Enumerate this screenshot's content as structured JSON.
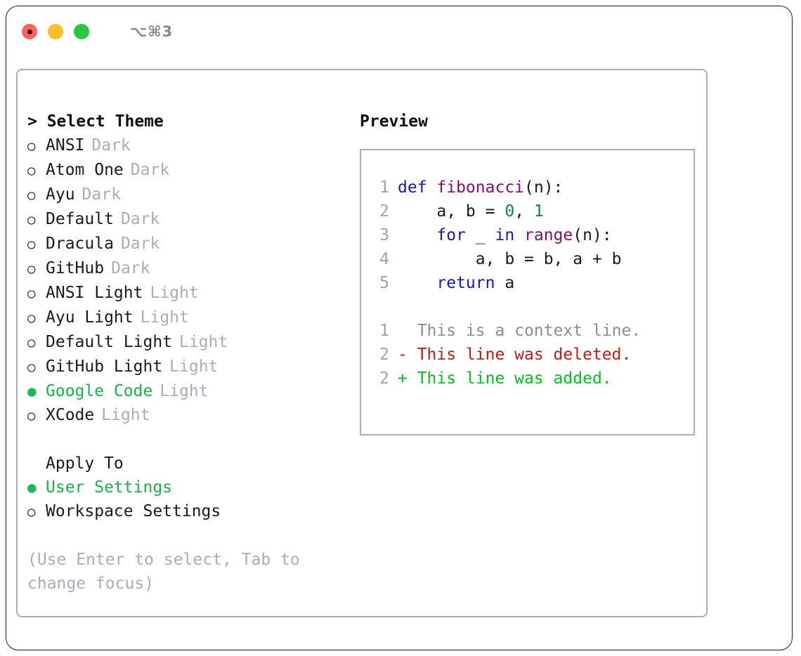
{
  "window": {
    "shortcut_label": "⌥⌘3",
    "traffic_lights": [
      "close",
      "minimize",
      "zoom"
    ]
  },
  "theme_panel": {
    "header": "> Select Theme",
    "marker_selected": "●",
    "marker_unselected": "○",
    "items": [
      {
        "label": "ANSI",
        "tag": "Dark",
        "selected": false
      },
      {
        "label": "Atom One",
        "tag": "Dark",
        "selected": false
      },
      {
        "label": "Ayu",
        "tag": "Dark",
        "selected": false
      },
      {
        "label": "Default",
        "tag": "Dark",
        "selected": false
      },
      {
        "label": "Dracula",
        "tag": "Dark",
        "selected": false
      },
      {
        "label": "GitHub",
        "tag": "Dark",
        "selected": false
      },
      {
        "label": "ANSI Light",
        "tag": "Light",
        "selected": false
      },
      {
        "label": "Ayu Light",
        "tag": "Light",
        "selected": false
      },
      {
        "label": "Default Light",
        "tag": "Light",
        "selected": false
      },
      {
        "label": "GitHub Light",
        "tag": "Light",
        "selected": false
      },
      {
        "label": "Google Code",
        "tag": "Light",
        "selected": true
      },
      {
        "label": "XCode",
        "tag": "Light",
        "selected": false
      }
    ]
  },
  "apply_to": {
    "header": "Apply To",
    "items": [
      {
        "label": "User Settings",
        "selected": true
      },
      {
        "label": "Workspace Settings",
        "selected": false
      }
    ]
  },
  "hint": "(Use Enter to select, Tab to change focus)",
  "preview": {
    "title": "Preview",
    "code_lines": [
      {
        "no": "1",
        "tokens": [
          {
            "t": "def ",
            "c": "kw"
          },
          {
            "t": "fibonacci",
            "c": "fn"
          },
          {
            "t": "(n):",
            "c": "pl"
          }
        ]
      },
      {
        "no": "2",
        "tokens": [
          {
            "t": "    a, b = ",
            "c": "pl"
          },
          {
            "t": "0",
            "c": "num"
          },
          {
            "t": ", ",
            "c": "pl"
          },
          {
            "t": "1",
            "c": "num"
          }
        ]
      },
      {
        "no": "3",
        "tokens": [
          {
            "t": "    ",
            "c": "pl"
          },
          {
            "t": "for",
            "c": "kw"
          },
          {
            "t": " _ ",
            "c": "pl"
          },
          {
            "t": "in",
            "c": "kw"
          },
          {
            "t": " ",
            "c": "pl"
          },
          {
            "t": "range",
            "c": "fn"
          },
          {
            "t": "(n):",
            "c": "pl"
          }
        ]
      },
      {
        "no": "4",
        "tokens": [
          {
            "t": "        a, b = b, a + b",
            "c": "pl"
          }
        ]
      },
      {
        "no": "5",
        "tokens": [
          {
            "t": "    ",
            "c": "pl"
          },
          {
            "t": "return",
            "c": "kw"
          },
          {
            "t": " a",
            "c": "pl"
          }
        ]
      }
    ],
    "diff_lines": [
      {
        "no": "1",
        "prefix": "  ",
        "text": "This is a context line.",
        "kind": "ctx"
      },
      {
        "no": "2",
        "prefix": "- ",
        "text": "This line was deleted.",
        "kind": "del"
      },
      {
        "no": "2",
        "prefix": "+ ",
        "text": "This line was added.",
        "kind": "add"
      }
    ]
  },
  "colors": {
    "accent_green": "#16b24a",
    "muted_gray": "#a6aebd",
    "keyword_blue": "#1616c4",
    "function_purple": "#8a0b73",
    "number_teal": "#0f7a74",
    "diff_deleted": "#c41a13",
    "diff_added": "#00c21a",
    "diff_context": "#8d8d8d",
    "panel_border": "#a6aebd"
  }
}
